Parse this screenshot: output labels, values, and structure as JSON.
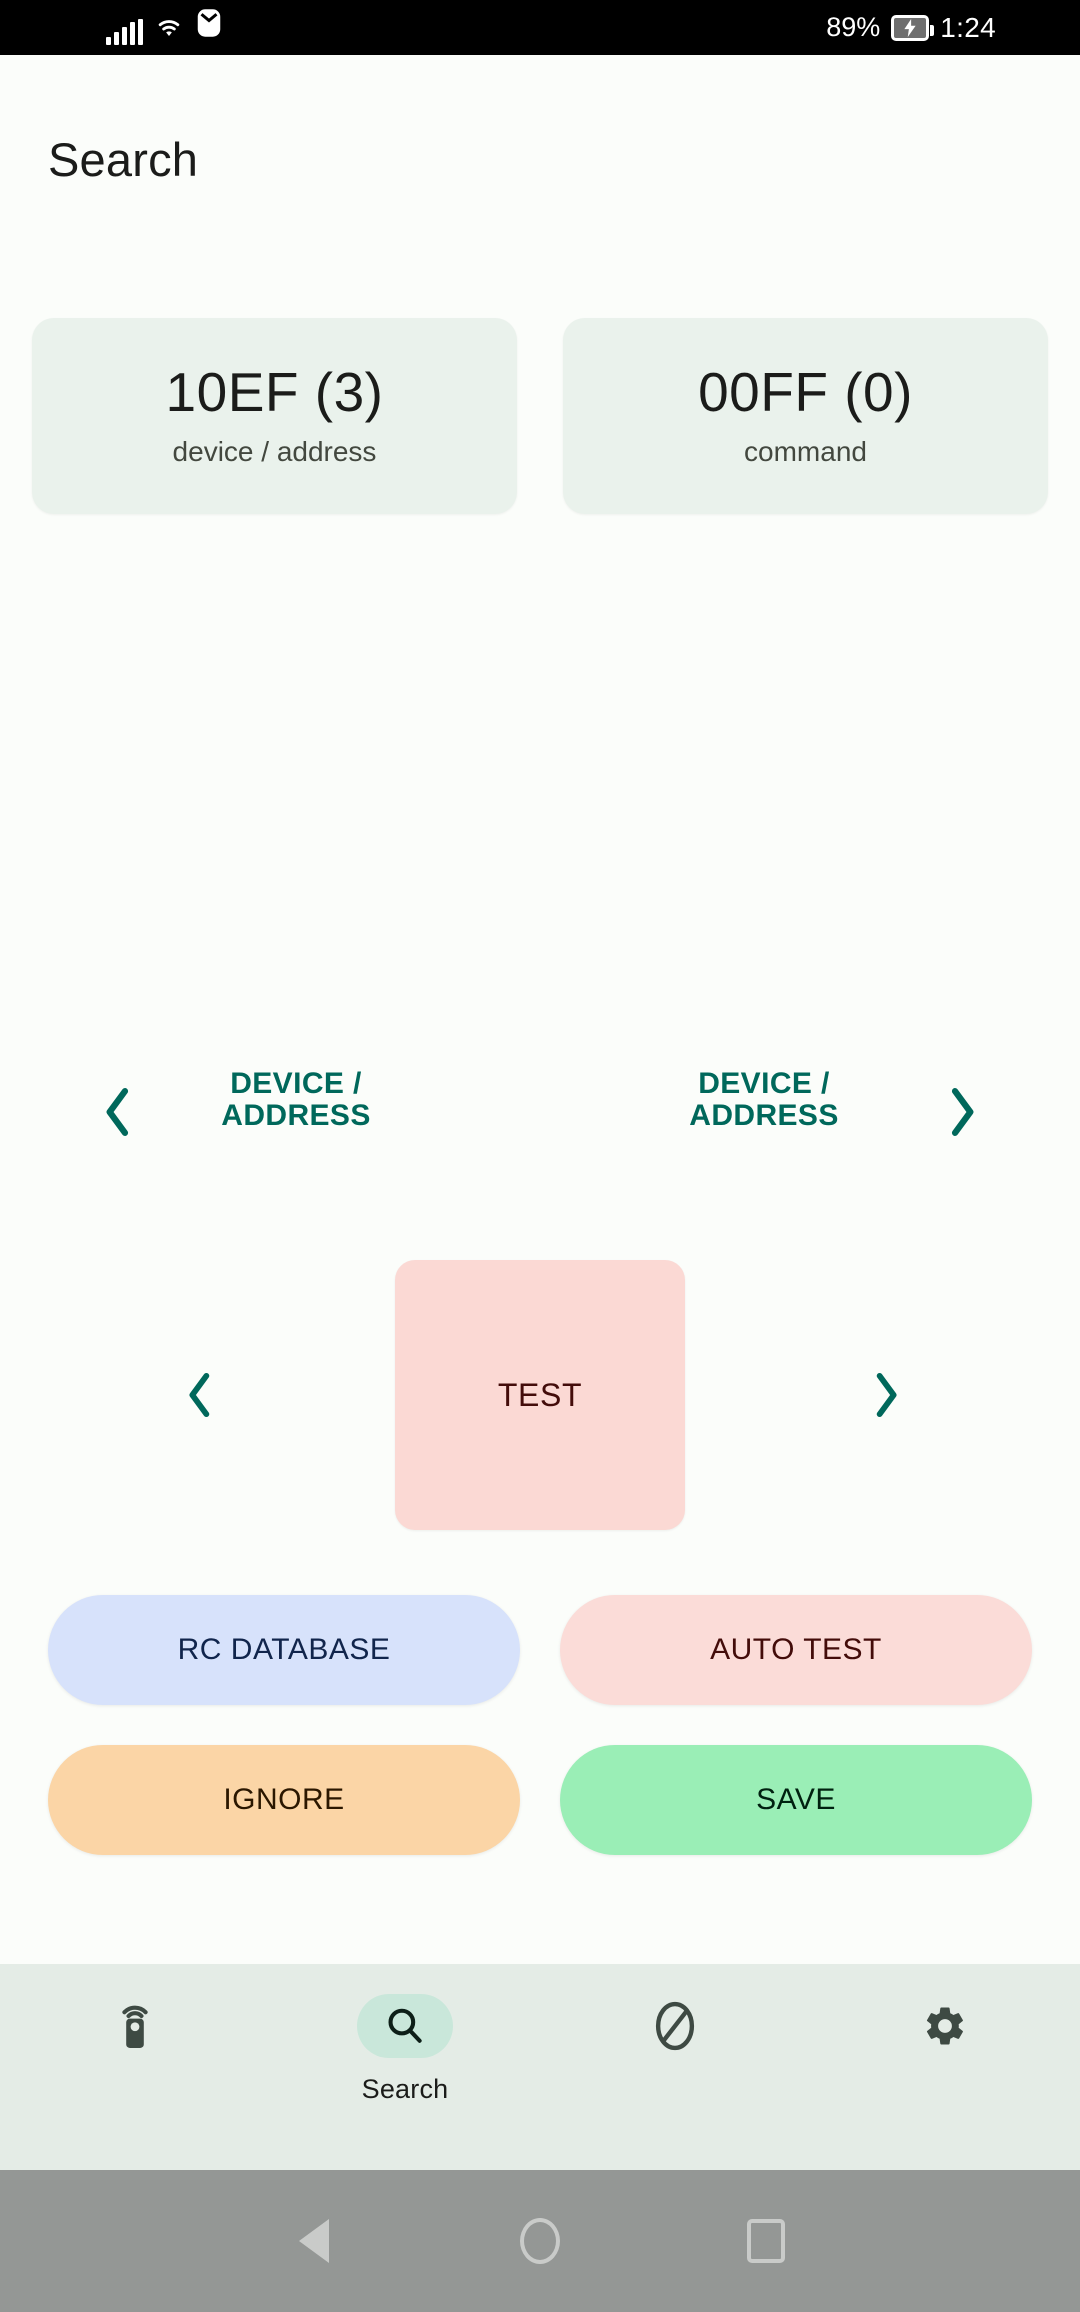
{
  "status_bar": {
    "signal_icon": "signal-bars-icon",
    "wifi_icon": "wifi-icon",
    "mail_icon": "envelope-icon",
    "battery_percent": "89%",
    "battery_icon": "battery-charging-icon",
    "time": "1:24"
  },
  "header": {
    "title": "Search"
  },
  "cards": [
    {
      "value": "10EF (3)",
      "label": "device / address"
    },
    {
      "value": "00FF (0)",
      "label": "command"
    }
  ],
  "selector": {
    "prev_icon": "chevron-left-icon",
    "next_icon": "chevron-right-icon",
    "left_label": "DEVICE /\nADDRESS",
    "left_label_line1": "DEVICE /",
    "left_label_line2": "ADDRESS",
    "right_label_line1": "DEVICE /",
    "right_label_line2": "ADDRESS",
    "accent_color": "#00685b"
  },
  "test_row": {
    "prev_icon": "chevron-left-icon",
    "next_icon": "chevron-right-icon",
    "button_label": "TEST",
    "button_color": "#fbd9d4"
  },
  "actions": [
    {
      "label": "RC DATABASE",
      "color": "#d7e2fb"
    },
    {
      "label": "AUTO TEST",
      "color": "#fbdcd8"
    },
    {
      "label": "IGNORE",
      "color": "#fbd5a6"
    },
    {
      "label": "SAVE",
      "color": "#9aeeb6"
    }
  ],
  "bottom_nav": {
    "items": [
      {
        "icon": "remote-control-icon",
        "label": "",
        "active": false
      },
      {
        "icon": "search-icon",
        "label": "Search",
        "active": true
      },
      {
        "icon": "block-icon",
        "label": "",
        "active": false
      },
      {
        "icon": "gear-icon",
        "label": "",
        "active": false
      }
    ]
  },
  "android_nav": {
    "back_icon": "back-triangle-icon",
    "home_icon": "home-circle-icon",
    "recents_icon": "recents-square-icon"
  }
}
